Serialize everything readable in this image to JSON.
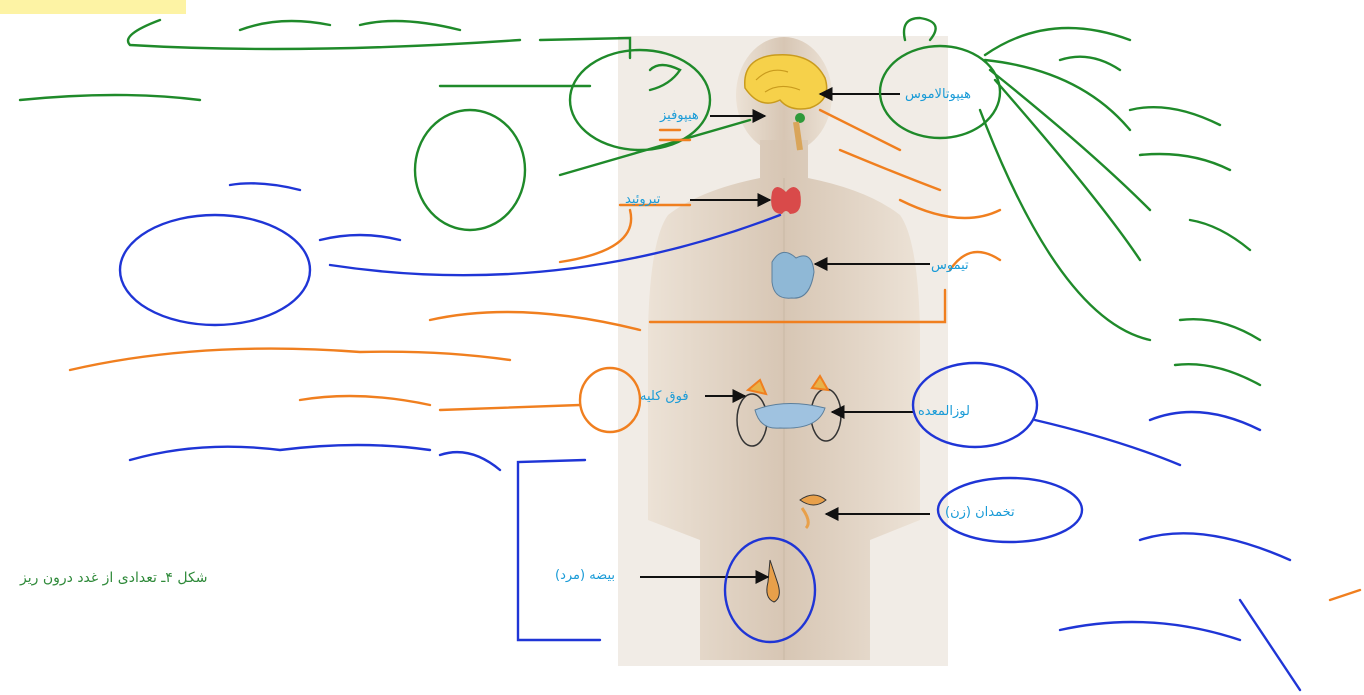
{
  "labels": {
    "hypothalamus": "هیپوتالاموس",
    "pituitary": "هیپوفیز",
    "thyroid": "تیروئید",
    "thymus": "تیموس",
    "adrenal": "فوق کلیه",
    "pancreas": "لوزالمعده",
    "ovary": "تخمدان (زن)",
    "testis": "بیضه (مرد)"
  },
  "caption": "شکل ۴ـ تعدادی از غدد درون ریز",
  "colors": {
    "label_text": "#1a9bd7",
    "caption_text": "#2f8a3a",
    "annotation_green": "#1f8a2a",
    "annotation_blue": "#1f35d6",
    "annotation_orange": "#f07f1f",
    "highlight": "#fdf3a4"
  }
}
